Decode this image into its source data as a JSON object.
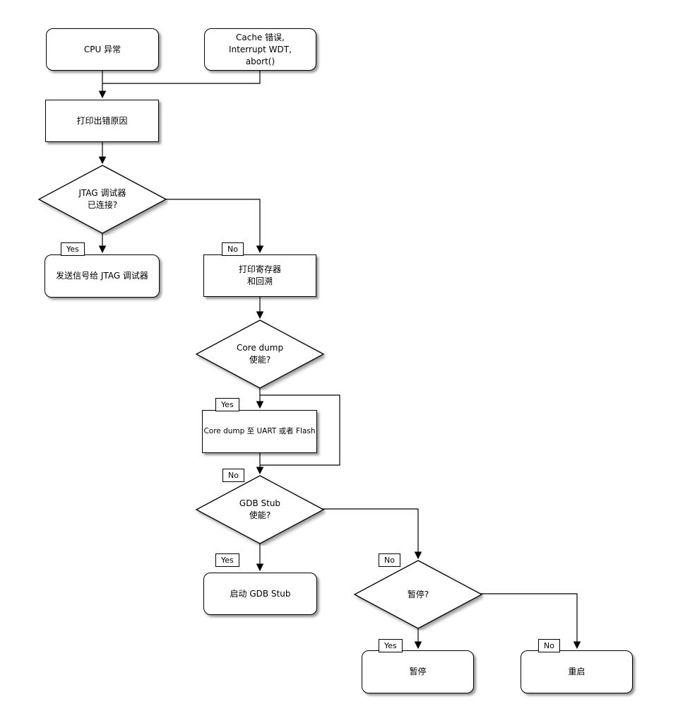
{
  "diagram": {
    "type": "flowchart",
    "topic": "fatal-error-handling-flow",
    "colors": {
      "background": "#ffffff",
      "shape_fill": "#ffffff",
      "stroke": "#000000",
      "shadow": "rgba(0,0,0,0.40)"
    },
    "nodes": {
      "cpu_exception": {
        "shape": "rounded",
        "label": "CPU 异常"
      },
      "cache_error": {
        "shape": "rounded",
        "lines": [
          "Cache 错误,",
          "Interrupt WDT,",
          "abort()"
        ]
      },
      "print_cause": {
        "shape": "rect",
        "label": "打印出错原因"
      },
      "jtag_connected": {
        "shape": "diamond",
        "lines": [
          "JTAG 调试器",
          "已连接?"
        ]
      },
      "signal_jtag": {
        "shape": "rounded",
        "label": "发送信号给 JTAG 调试器"
      },
      "print_registers": {
        "shape": "rect",
        "lines": [
          "打印寄存器",
          "和回溯"
        ]
      },
      "core_dump_enabled": {
        "shape": "diamond",
        "lines": [
          "Core dump",
          "使能?"
        ]
      },
      "core_dump_out": {
        "shape": "rect",
        "label": "Core dump 至 UART 或者 Flash"
      },
      "gdb_stub_enabled": {
        "shape": "diamond",
        "lines": [
          "GDB Stub",
          "使能?"
        ]
      },
      "start_gdb_stub": {
        "shape": "rounded",
        "label": "启动 GDB Stub"
      },
      "halt_question": {
        "shape": "diamond",
        "label": "暂停?"
      },
      "halt": {
        "shape": "rounded",
        "label": "暂停"
      },
      "reboot": {
        "shape": "rounded",
        "label": "重启"
      }
    },
    "edge_labels": {
      "jtag_yes": "Yes",
      "jtag_no": "No",
      "coredump_yes": "Yes",
      "coredump_no": "No",
      "gdb_yes": "Yes",
      "gdb_no": "No",
      "halt_yes": "Yes",
      "halt_no": "No"
    }
  }
}
